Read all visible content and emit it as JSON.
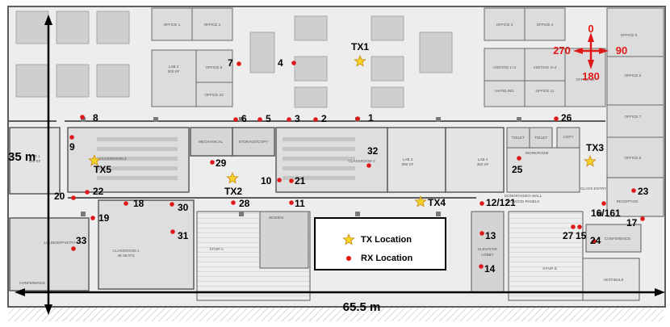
{
  "rooms": [
    {
      "id": "office1",
      "text": "OFFICE 1"
    },
    {
      "id": "office2",
      "text": "OFFICE 2"
    },
    {
      "id": "office9",
      "text": "OFFICE 9"
    },
    {
      "id": "office10",
      "text": "OFFICE 10"
    },
    {
      "id": "lab2",
      "text": "LAB 2"
    },
    {
      "id": "lab2sf",
      "text": "300 SF"
    },
    {
      "id": "office3",
      "text": "OFFICE 3"
    },
    {
      "id": "office4",
      "text": "OFFICE 4"
    },
    {
      "id": "visiting12",
      "text": "VISITING 1+2"
    },
    {
      "id": "visiting34",
      "text": "VISITING 3+4"
    },
    {
      "id": "hoteling",
      "text": "HOTELING"
    },
    {
      "id": "office11",
      "text": "OFFICE 11"
    },
    {
      "id": "office12",
      "text": "OFFICE 12"
    },
    {
      "id": "office5",
      "text": "OFFICE 5"
    },
    {
      "id": "office6",
      "text": "OFFICE 6"
    },
    {
      "id": "office7",
      "text": "OFFICE 7"
    },
    {
      "id": "office8",
      "text": "OFFICE 8"
    },
    {
      "id": "mechanical",
      "text": "MECHANICAL"
    },
    {
      "id": "storage",
      "text": "STORAGE/COPY"
    },
    {
      "id": "classroom3",
      "text": "CLASSROOM 3"
    },
    {
      "id": "classroom2",
      "text": "CLASSROOM 2"
    },
    {
      "id": "classroom1",
      "text": "CLASSROOM 1"
    },
    {
      "id": "classroom1seats",
      "text": "48 SEATS"
    },
    {
      "id": "lab3",
      "text": "LAB 3"
    },
    {
      "id": "lab3sf",
      "text": "590 SF"
    },
    {
      "id": "lab4",
      "text": "LAB 4"
    },
    {
      "id": "lab4sf",
      "text": "350 SF"
    },
    {
      "id": "ear1",
      "text": "EAR 1"
    },
    {
      "id": "ear1sf",
      "text": "690 SF"
    },
    {
      "id": "workroom",
      "text": "WORKROOM"
    },
    {
      "id": "toilet1",
      "text": "TOILET"
    },
    {
      "id": "toilet2",
      "text": "TOILET"
    },
    {
      "id": "copy",
      "text": "COPY"
    },
    {
      "id": "reception",
      "text": "RECEPTION"
    },
    {
      "id": "conference1",
      "text": "CONFERENCE"
    },
    {
      "id": "conference2",
      "text": "CONFERENCE"
    },
    {
      "id": "lounge",
      "text": "LOUNGE/PANTRY"
    },
    {
      "id": "stairA",
      "text": "STAIR A"
    },
    {
      "id": "stairB",
      "text": "STAIR B"
    },
    {
      "id": "elevator",
      "text": "ELEVATOR"
    },
    {
      "id": "lobby",
      "text": "LOBBY"
    },
    {
      "id": "women",
      "text": "WOMEN"
    },
    {
      "id": "vestibule",
      "text": "VESTIBULE"
    },
    {
      "id": "glassentry",
      "text": "GLASS ENTRY"
    },
    {
      "id": "donor",
      "text": "DONOR/VIDEO WALL"
    },
    {
      "id": "woodpanels",
      "text": "W/ WOOD PANELS"
    }
  ],
  "dimensions": {
    "width_label": "65.5 m",
    "height_label": "35 m"
  },
  "compass": {
    "north": "0",
    "east": "90",
    "south": "180",
    "west": "270"
  },
  "transmitters": [
    {
      "label": "TX1"
    },
    {
      "label": "TX2"
    },
    {
      "label": "TX3"
    },
    {
      "label": "TX4"
    },
    {
      "label": "TX5"
    }
  ],
  "receivers": [
    {
      "label": "1"
    },
    {
      "label": "2"
    },
    {
      "label": "3"
    },
    {
      "label": "4"
    },
    {
      "label": "5"
    },
    {
      "label": "6"
    },
    {
      "label": "7"
    },
    {
      "label": "8"
    },
    {
      "label": "9"
    },
    {
      "label": "10"
    },
    {
      "label": "11"
    },
    {
      "label": "12/121"
    },
    {
      "label": "13"
    },
    {
      "label": "14"
    },
    {
      "label": "15"
    },
    {
      "label": "16/161"
    },
    {
      "label": "17"
    },
    {
      "label": "18"
    },
    {
      "label": "19"
    },
    {
      "label": "20"
    },
    {
      "label": "21"
    },
    {
      "label": "22"
    },
    {
      "label": "23"
    },
    {
      "label": "24"
    },
    {
      "label": "25"
    },
    {
      "label": "26"
    },
    {
      "label": "27"
    },
    {
      "label": "28"
    },
    {
      "label": "29"
    },
    {
      "label": "30"
    },
    {
      "label": "31"
    },
    {
      "label": "32"
    },
    {
      "label": "33"
    }
  ],
  "legend": {
    "tx_label": "TX Location",
    "rx_label": "RX Location"
  },
  "colors": {
    "rx": "#e01818",
    "tx_fill": "#f5d327",
    "tx_stroke": "#c98a12",
    "compass": "#e01818",
    "walls": "#5c5c5c",
    "floor": "#ededed",
    "room_fill": "#dcdcdc",
    "furniture": "#bdbdbd"
  }
}
